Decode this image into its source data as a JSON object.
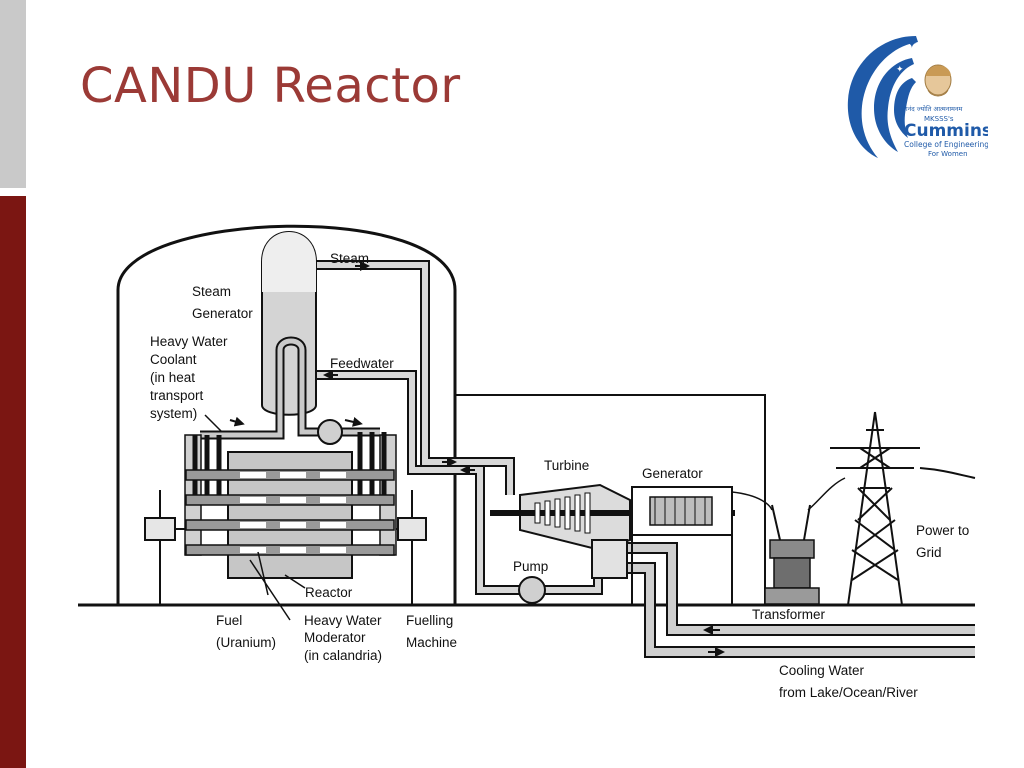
{
  "slide": {
    "title": "CANDU Reactor"
  },
  "logo": {
    "line1": "आनंद ज्योति आत्मनामनम",
    "line2": "MKSSS's",
    "name": "Cummins",
    "line3": "College of Engineering",
    "line4": "For Women"
  },
  "labels": {
    "steam": "Steam",
    "steam_generator_1": "Steam",
    "steam_generator_2": "Generator",
    "heavy_water_coolant": [
      "Heavy Water",
      "Coolant",
      "(in heat",
      "transport",
      "system)"
    ],
    "feedwater": "Feedwater",
    "turbine": "Turbine",
    "generator": "Generator",
    "power_to_grid": [
      "Power to",
      "Grid"
    ],
    "pump": "Pump",
    "reactor": "Reactor",
    "fuel": [
      "Fuel",
      "(Uranium)"
    ],
    "heavy_water_moderator": [
      "Heavy Water",
      "Moderator",
      "(in calandria)"
    ],
    "fuelling_machine": [
      "Fuelling",
      "Machine"
    ],
    "transformer": "Transformer",
    "cooling_water": [
      "Cooling Water",
      "from Lake/Ocean/River"
    ]
  },
  "colors": {
    "accent": "#9b3a36",
    "sidebar_dark": "#7b1612",
    "sidebar_light": "#c9c9c9",
    "logo_blue": "#1f5aa8"
  }
}
